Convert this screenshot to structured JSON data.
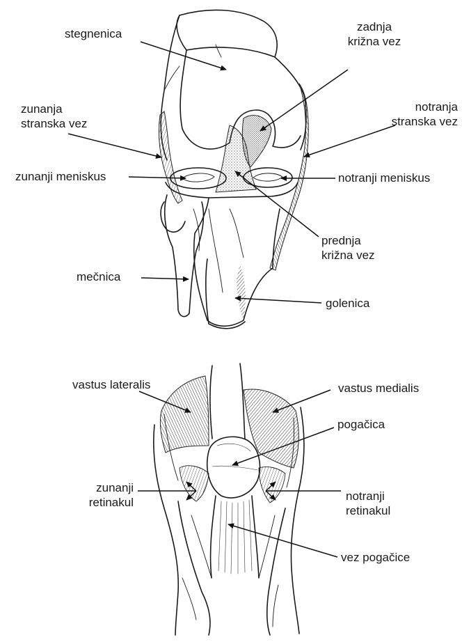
{
  "knee_joint": {
    "labels": {
      "stegnenica": "stegnenica",
      "zadnja_krizna_vez_1": "zadnja",
      "zadnja_krizna_vez_2": "križna vez",
      "zunanja_stranska_vez_1": "zunanja",
      "zunanja_stranska_vez_2": "stranska vez",
      "notranja_stranska_vez_1": "notranja",
      "notranja_stranska_vez_2": "stranska vez",
      "zunanji_meniskus": "zunanji meniskus",
      "notranji_meniskus": "notranji meniskus",
      "prednja_krizna_vez_1": "prednja",
      "prednja_krizna_vez_2": "križna vez",
      "mecnica": "mečnica",
      "golenica": "golenica"
    }
  },
  "knee_front": {
    "labels": {
      "vastus_lateralis": "vastus lateralis",
      "vastus_medialis": "vastus medialis",
      "pogacica": "pogačica",
      "zunanji_retinakul_1": "zunanji",
      "zunanji_retinakul_2": "retinakul",
      "notranji_retinakul_1": "notranji",
      "notranji_retinakul_2": "retinakul",
      "vez_pogacice": "vez pogačice"
    }
  }
}
